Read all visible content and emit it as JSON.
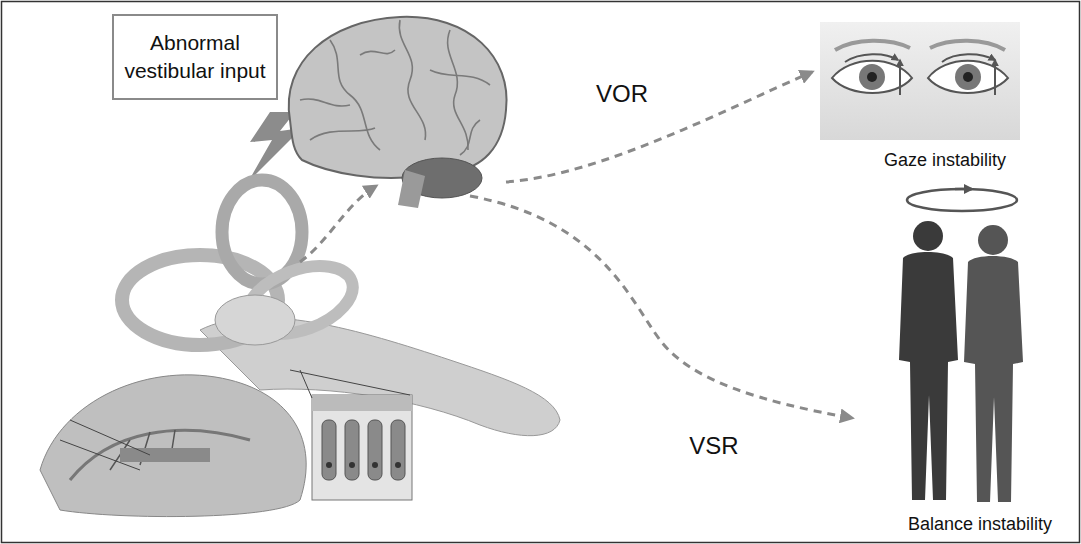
{
  "diagram": {
    "nodes": [
      {
        "text": [
          "Abnormal vestibular input"
        ]
      }
    ],
    "labels": [
      "VOR",
      "Gaze instability",
      "VSR",
      "Balance instability"
    ]
  }
}
